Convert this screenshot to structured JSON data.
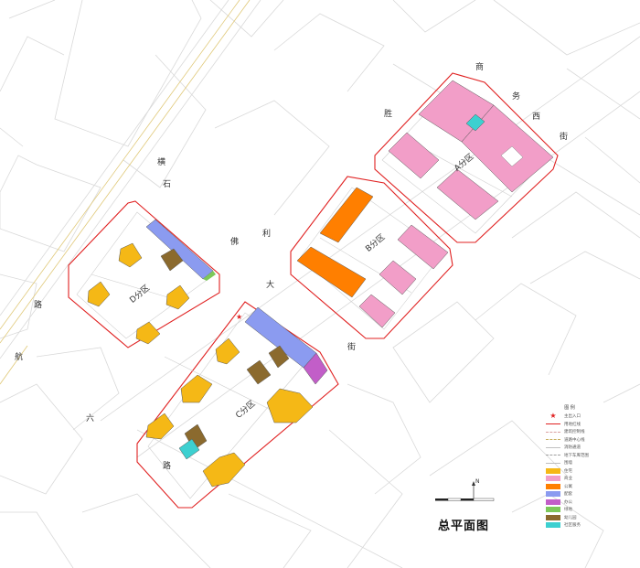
{
  "drawing": {
    "title": "总平面图",
    "north_label": "N"
  },
  "roads": [
    {
      "chars": [
        "横",
        "石"
      ]
    },
    {
      "chars": [
        "路"
      ]
    },
    {
      "chars": [
        "航"
      ]
    },
    {
      "chars": [
        "佛",
        "利",
        "大",
        "街"
      ]
    },
    {
      "chars": [
        "商",
        "务",
        "西",
        "街"
      ]
    },
    {
      "chars": [
        "胜"
      ]
    },
    {
      "chars": [
        "六",
        "路"
      ]
    }
  ],
  "zones": {
    "a": "A分区",
    "b": "B分区",
    "c": "C分区",
    "d": "D分区"
  },
  "legend": {
    "title": "图 例",
    "items": [
      {
        "type": "star",
        "color": "#e02020",
        "label": "主出入口"
      },
      {
        "type": "line",
        "color": "#e02020",
        "label": "用地红线"
      },
      {
        "type": "dash",
        "color": "#d9a0a0",
        "label": "建筑控制线"
      },
      {
        "type": "dash",
        "color": "#c8b060",
        "label": "道路中心线"
      },
      {
        "type": "line",
        "color": "#c0c0c0",
        "label": "消防通道"
      },
      {
        "type": "dash",
        "color": "#a0a0a0",
        "label": "地下车库范围"
      },
      {
        "type": "line",
        "color": "#bdbdbd",
        "label": "围墙"
      },
      {
        "type": "fill",
        "color": "#f5b816",
        "label": "住宅"
      },
      {
        "type": "fill",
        "color": "#f29ec8",
        "label": "商业"
      },
      {
        "type": "fill",
        "color": "#ff7f00",
        "label": "公寓"
      },
      {
        "type": "fill",
        "color": "#8b9bf0",
        "label": "配套"
      },
      {
        "type": "fill",
        "color": "#c25ec8",
        "label": "办公"
      },
      {
        "type": "fill",
        "color": "#7dc85a",
        "label": "绿地"
      },
      {
        "type": "fill",
        "color": "#8b6a2e",
        "label": "幼儿园"
      },
      {
        "type": "fill",
        "color": "#3dd0d0",
        "label": "社区服务"
      }
    ]
  },
  "colors": {
    "redline": "#e02020",
    "residential": "#f5b816",
    "commercial": "#f29ec8",
    "apartment": "#ff7f00",
    "facility": "#8b9bf0",
    "office": "#c25ec8",
    "green": "#7dc85a",
    "kindergarten": "#8b6a2e",
    "service": "#3dd0d0",
    "road_center": "#e0c878",
    "street_line": "#d8d8d8"
  }
}
